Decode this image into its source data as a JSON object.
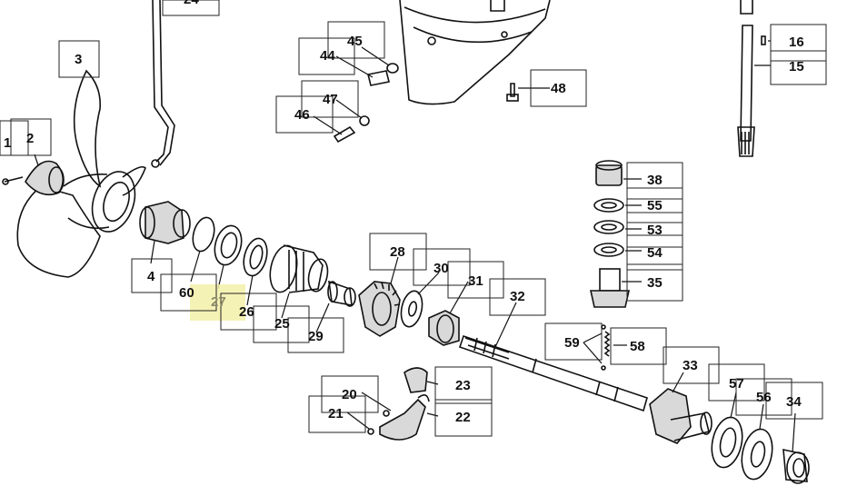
{
  "labels": {
    "p1": "1",
    "p2": "2",
    "p3": "3",
    "p4": "4",
    "p15": "15",
    "p16": "16",
    "p20": "20",
    "p21": "21",
    "p22": "22",
    "p23": "23",
    "p24": "24",
    "p25": "25",
    "p26": "26",
    "p27": "27",
    "p28": "28",
    "p29": "29",
    "p30": "30",
    "p31": "31",
    "p32": "32",
    "p33": "33",
    "p34": "34",
    "p35": "35",
    "p38": "38",
    "p44": "44",
    "p45": "45",
    "p46": "46",
    "p47": "47",
    "p48": "48",
    "p53": "53",
    "p54": "54",
    "p55": "55",
    "p56": "56",
    "p57": "57",
    "p58": "58",
    "p59": "59",
    "p60": "60"
  },
  "highlighted_part": "27"
}
